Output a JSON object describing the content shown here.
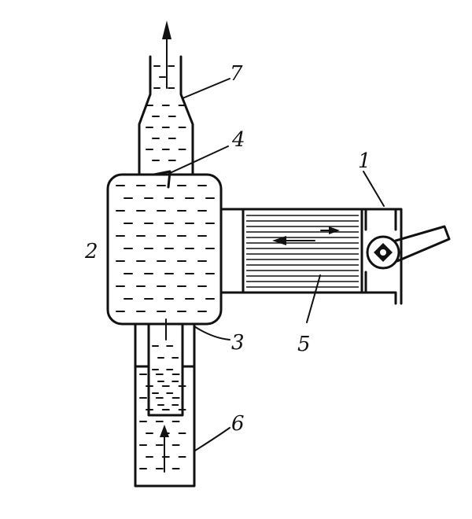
{
  "labels": {
    "l1": "1",
    "l2": "2",
    "l3": "3",
    "l4": "4",
    "l5": "5",
    "l6": "6",
    "l7": "7"
  },
  "colors": {
    "ink": "#111111",
    "paper": "#ffffff"
  },
  "icons": [
    "flow-arrow-icon",
    "valve-icon"
  ]
}
